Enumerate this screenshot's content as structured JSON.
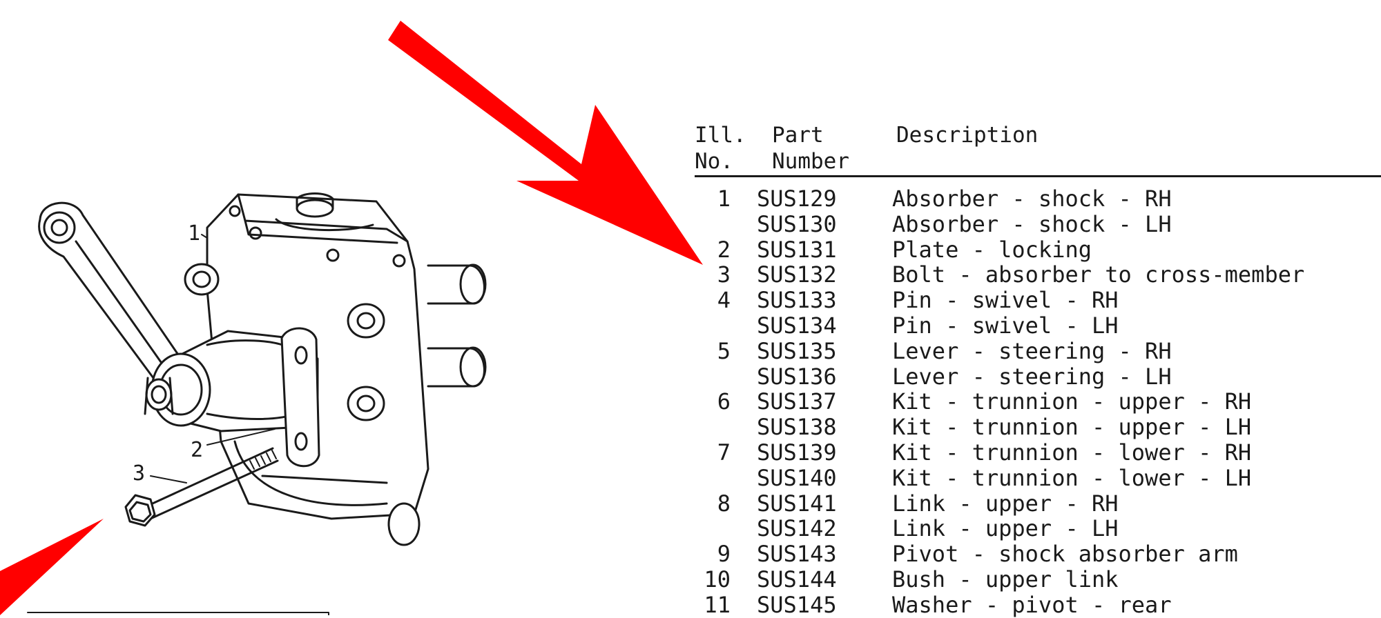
{
  "table": {
    "headers": {
      "ill_line1": "Ill.",
      "ill_line2": "No.",
      "part_line1": "Part",
      "part_line2": "Number",
      "description": "Description"
    },
    "rows": [
      {
        "ill_no": "1",
        "part_number": "SUS129",
        "description": "Absorber - shock - RH"
      },
      {
        "ill_no": "",
        "part_number": "SUS130",
        "description": "Absorber - shock - LH"
      },
      {
        "ill_no": "2",
        "part_number": "SUS131",
        "description": "Plate - locking"
      },
      {
        "ill_no": "3",
        "part_number": "SUS132",
        "description": "Bolt - absorber to cross-member"
      },
      {
        "ill_no": "4",
        "part_number": "SUS133",
        "description": "Pin - swivel - RH"
      },
      {
        "ill_no": "",
        "part_number": "SUS134",
        "description": "Pin - swivel - LH"
      },
      {
        "ill_no": "5",
        "part_number": "SUS135",
        "description": "Lever - steering - RH"
      },
      {
        "ill_no": "",
        "part_number": "SUS136",
        "description": "Lever - steering - LH"
      },
      {
        "ill_no": "6",
        "part_number": "SUS137",
        "description": "Kit - trunnion - upper - RH"
      },
      {
        "ill_no": "",
        "part_number": "SUS138",
        "description": "Kit - trunnion - upper - LH"
      },
      {
        "ill_no": "7",
        "part_number": "SUS139",
        "description": "Kit - trunnion - lower - RH"
      },
      {
        "ill_no": "",
        "part_number": "SUS140",
        "description": "Kit - trunnion - lower - LH"
      },
      {
        "ill_no": "8",
        "part_number": "SUS141",
        "description": "Link - upper - RH"
      },
      {
        "ill_no": "",
        "part_number": "SUS142",
        "description": "Link - upper - LH"
      },
      {
        "ill_no": "9",
        "part_number": "SUS143",
        "description": "Pivot - shock absorber arm"
      },
      {
        "ill_no": "10",
        "part_number": "SUS144",
        "description": "Bush - upper link"
      },
      {
        "ill_no": "11",
        "part_number": "SUS145",
        "description": "Washer - pivot - rear"
      }
    ]
  },
  "illustration": {
    "callouts": [
      "1",
      "2",
      "3"
    ],
    "arrow_color": "#ff0000",
    "line_color": "#1a1a1a"
  }
}
